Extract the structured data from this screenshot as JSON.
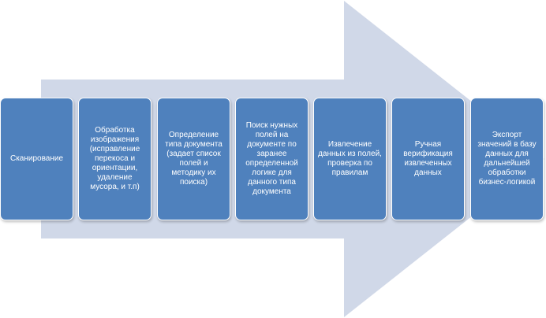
{
  "colors": {
    "arrow_fill": "#d0d8e8",
    "step_fill": "#4f81bd",
    "step_border": "#ffffff",
    "text": "#ffffff"
  },
  "steps": [
    {
      "label": "Сканирование"
    },
    {
      "label": "Обработка изображения (исправление перекоса и ориентации, удаление мусора, и т.п)"
    },
    {
      "label": "Определение типа документа (задает список полей и методику их поиска)"
    },
    {
      "label": "Поиск нужных полей на документе по заранее определенной логике для данного типа документа"
    },
    {
      "label": "Извлечение данных из полей, проверка по правилам"
    },
    {
      "label": "Ручная верификация извлеченных данных"
    },
    {
      "label": "Экспорт значений в базу данных для дальнейшей обработки бизнес-логикой"
    }
  ]
}
